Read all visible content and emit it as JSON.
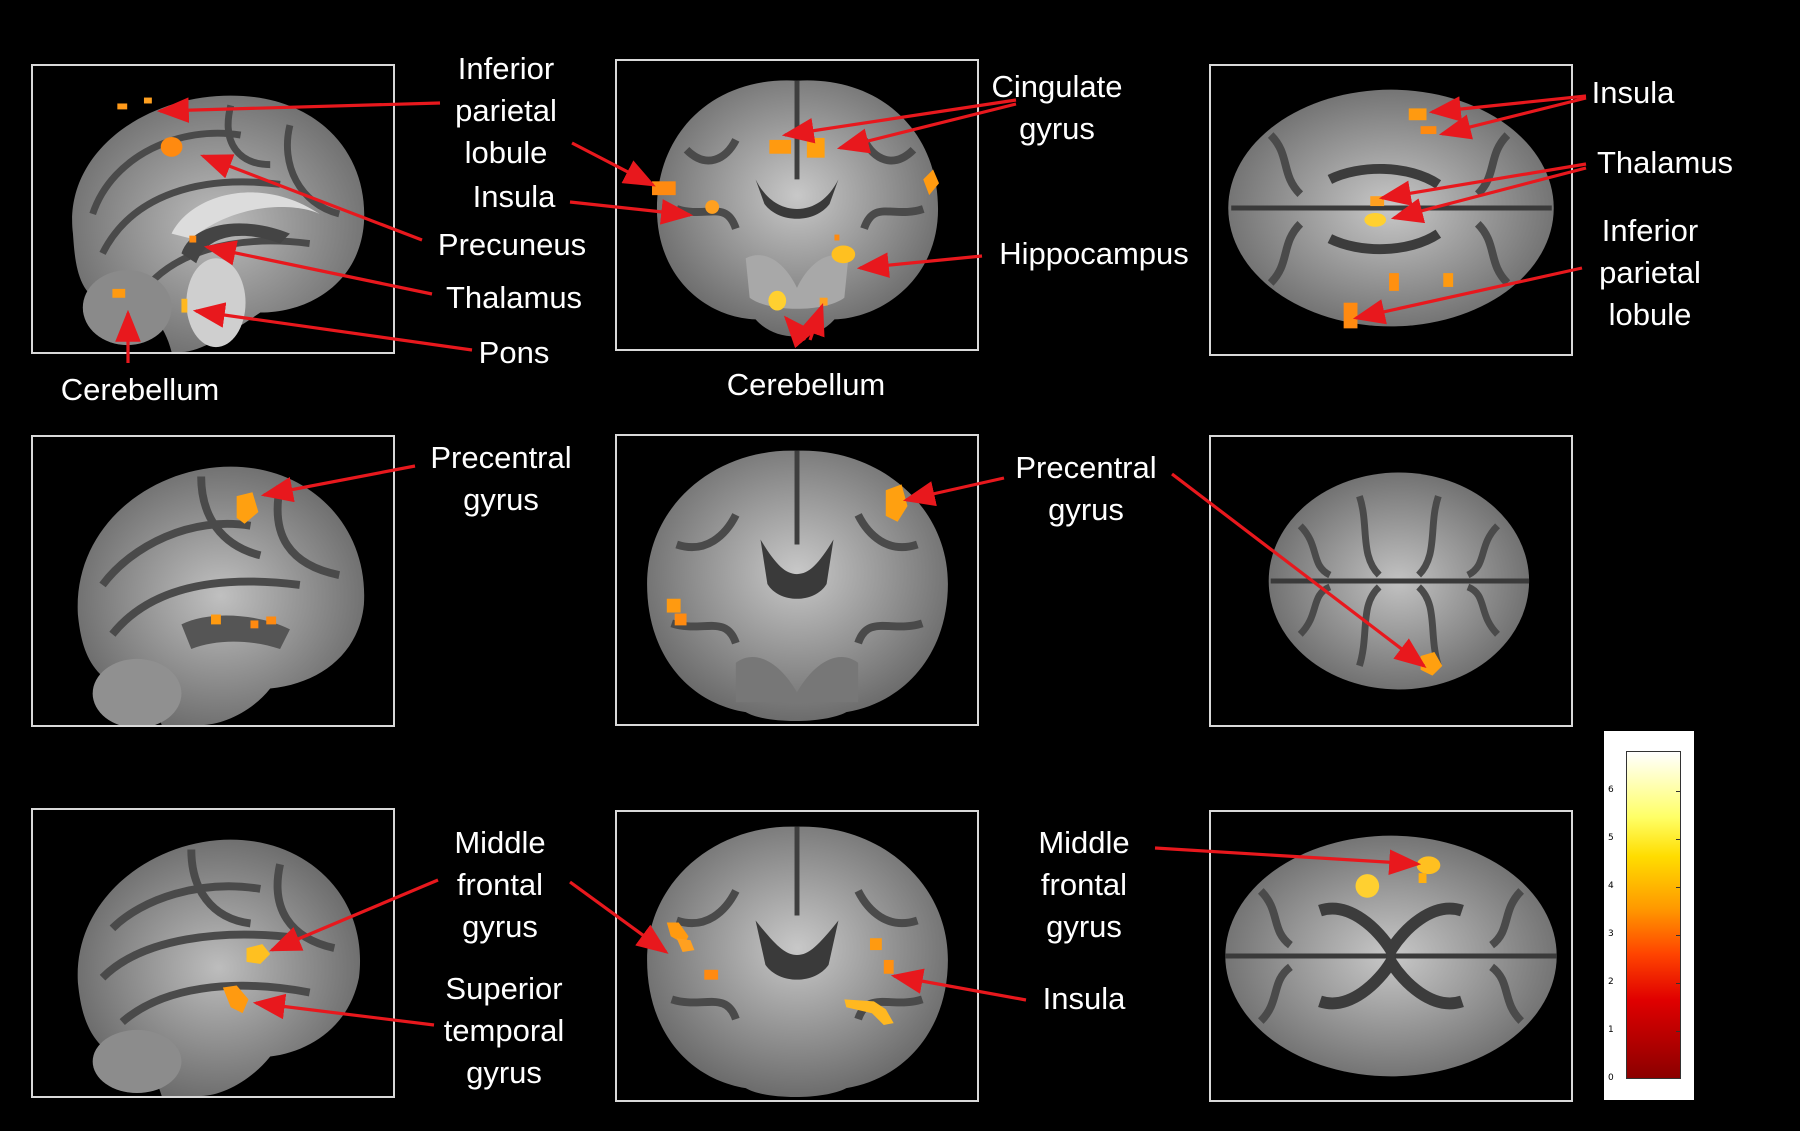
{
  "labels": {
    "inferior_parietal_lobule_1": "Inferior parietal lobule",
    "insula_1": "Insula",
    "precuneus": "Precuneus",
    "thalamus_1": "Thalamus",
    "pons": "Pons",
    "cerebellum_1": "Cerebellum",
    "cingulate_gyrus": "Cingulate gyrus",
    "hippocampus": "Hippocampus",
    "cerebellum_2": "Cerebellum",
    "insula_2": "Insula",
    "thalamus_2": "Thalamus",
    "inferior_parietal_lobule_2": "Inferior parietal lobule",
    "precentral_gyrus_1": "Precentral gyrus",
    "precentral_gyrus_2": "Precentral gyrus",
    "middle_frontal_gyrus_1": "Middle frontal gyrus",
    "superior_temporal_gyrus": "Superior temporal gyrus",
    "insula_3": "Insula",
    "middle_frontal_gyrus_2": "Middle frontal gyrus"
  },
  "colorbar": {
    "ticks": [
      "6",
      "5",
      "4",
      "3",
      "2",
      "1",
      "0"
    ]
  },
  "colors": {
    "arrow": "#e8181d",
    "background": "#000000",
    "panel_border": "#d9d9d9"
  }
}
